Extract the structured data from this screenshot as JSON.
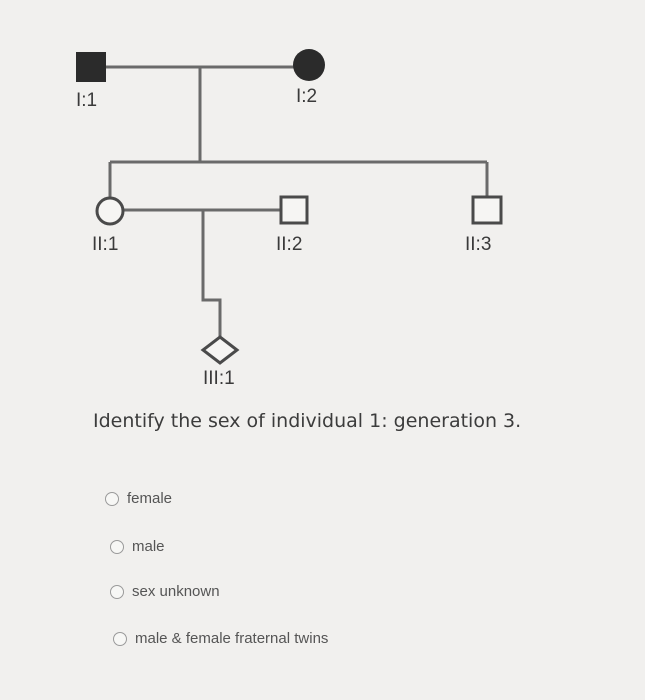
{
  "pedigree": {
    "labels": {
      "i1": "I:1",
      "i2": "I:2",
      "ii1": "II:1",
      "ii2": "II:2",
      "ii3": "II:3",
      "iii1": "III:1"
    }
  },
  "question": {
    "text": "Identify the sex of individual 1: generation 3."
  },
  "options": {
    "female": "female",
    "male": "male",
    "unknown": "sex unknown",
    "twins": "male & female fraternal twins"
  },
  "colors": {
    "line": "#6a6a6a",
    "filled_symbol": "#2b2b2b",
    "background": "#f1f0ee"
  }
}
